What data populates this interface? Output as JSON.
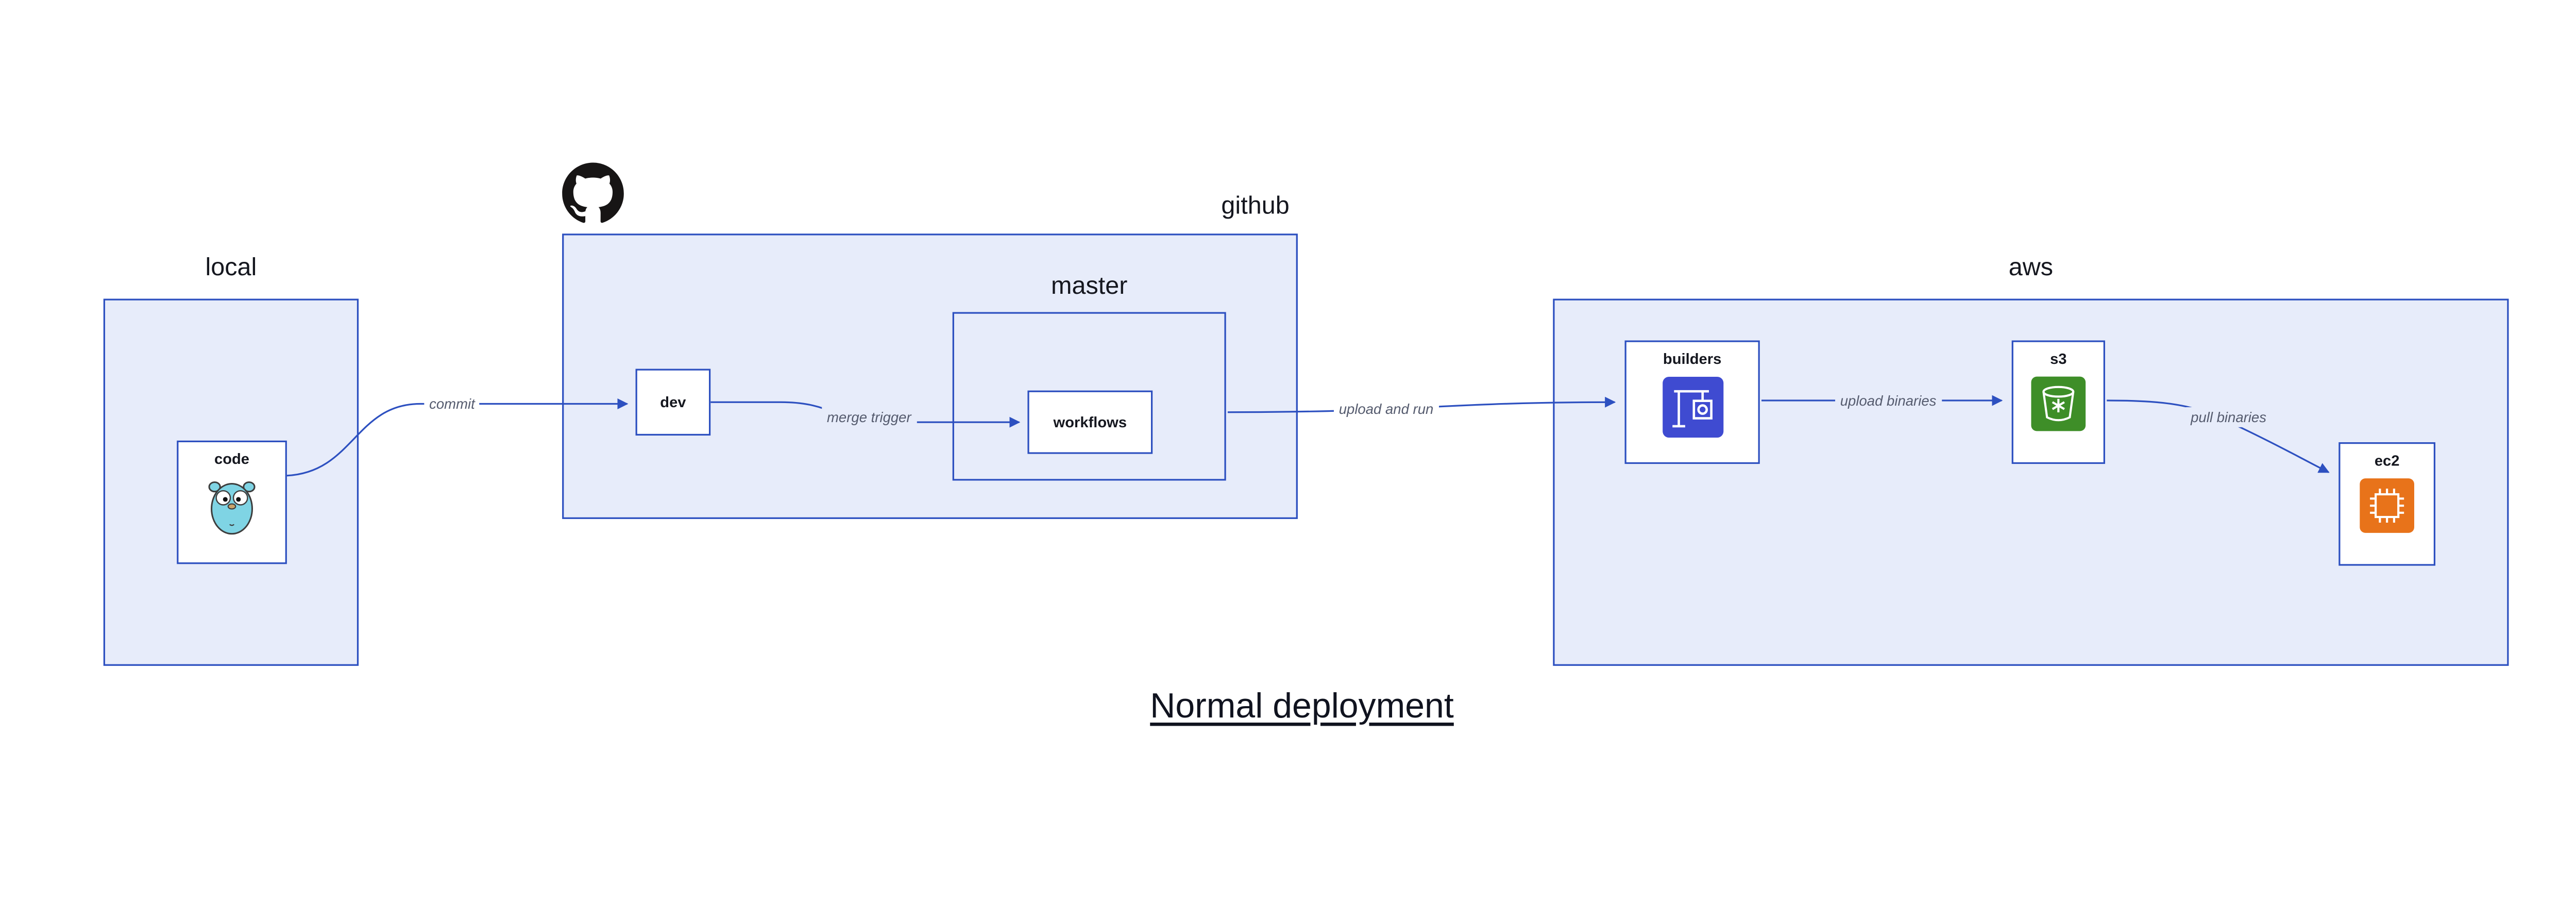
{
  "title": "Normal deployment",
  "groups": {
    "local": {
      "label": "local"
    },
    "github": {
      "label": "github"
    },
    "master": {
      "label": "master"
    },
    "aws": {
      "label": "aws"
    }
  },
  "nodes": {
    "code": {
      "label": "code",
      "icon": "gopher-icon"
    },
    "dev": {
      "label": "dev"
    },
    "workflows": {
      "label": "workflows"
    },
    "builders": {
      "label": "builders",
      "icon": "codebuild-icon"
    },
    "s3": {
      "label": "s3",
      "icon": "s3-bucket-icon"
    },
    "ec2": {
      "label": "ec2",
      "icon": "ec2-chip-icon"
    }
  },
  "edges": {
    "commit": {
      "label": "commit",
      "from": "code",
      "to": "dev"
    },
    "merge_trigger": {
      "label": "merge trigger",
      "from": "dev",
      "to": "workflows"
    },
    "upload_and_run": {
      "label": "upload and run",
      "from": "master",
      "to": "builders"
    },
    "upload_binaries": {
      "label": "upload binaries",
      "from": "builders",
      "to": "s3"
    },
    "pull_binaries": {
      "label": "pull binaries",
      "from": "s3",
      "to": "ec2"
    }
  },
  "colors": {
    "panel_fill": "#E7ECFA",
    "stroke": "#2D50C0",
    "edge_label_text": "#555B6E",
    "github_icon": "#171515",
    "builders_icon": "#3F4BD1",
    "s3_icon": "#3E8E28",
    "ec2_icon": "#E8731A",
    "gopher": "#7FD4E4"
  }
}
